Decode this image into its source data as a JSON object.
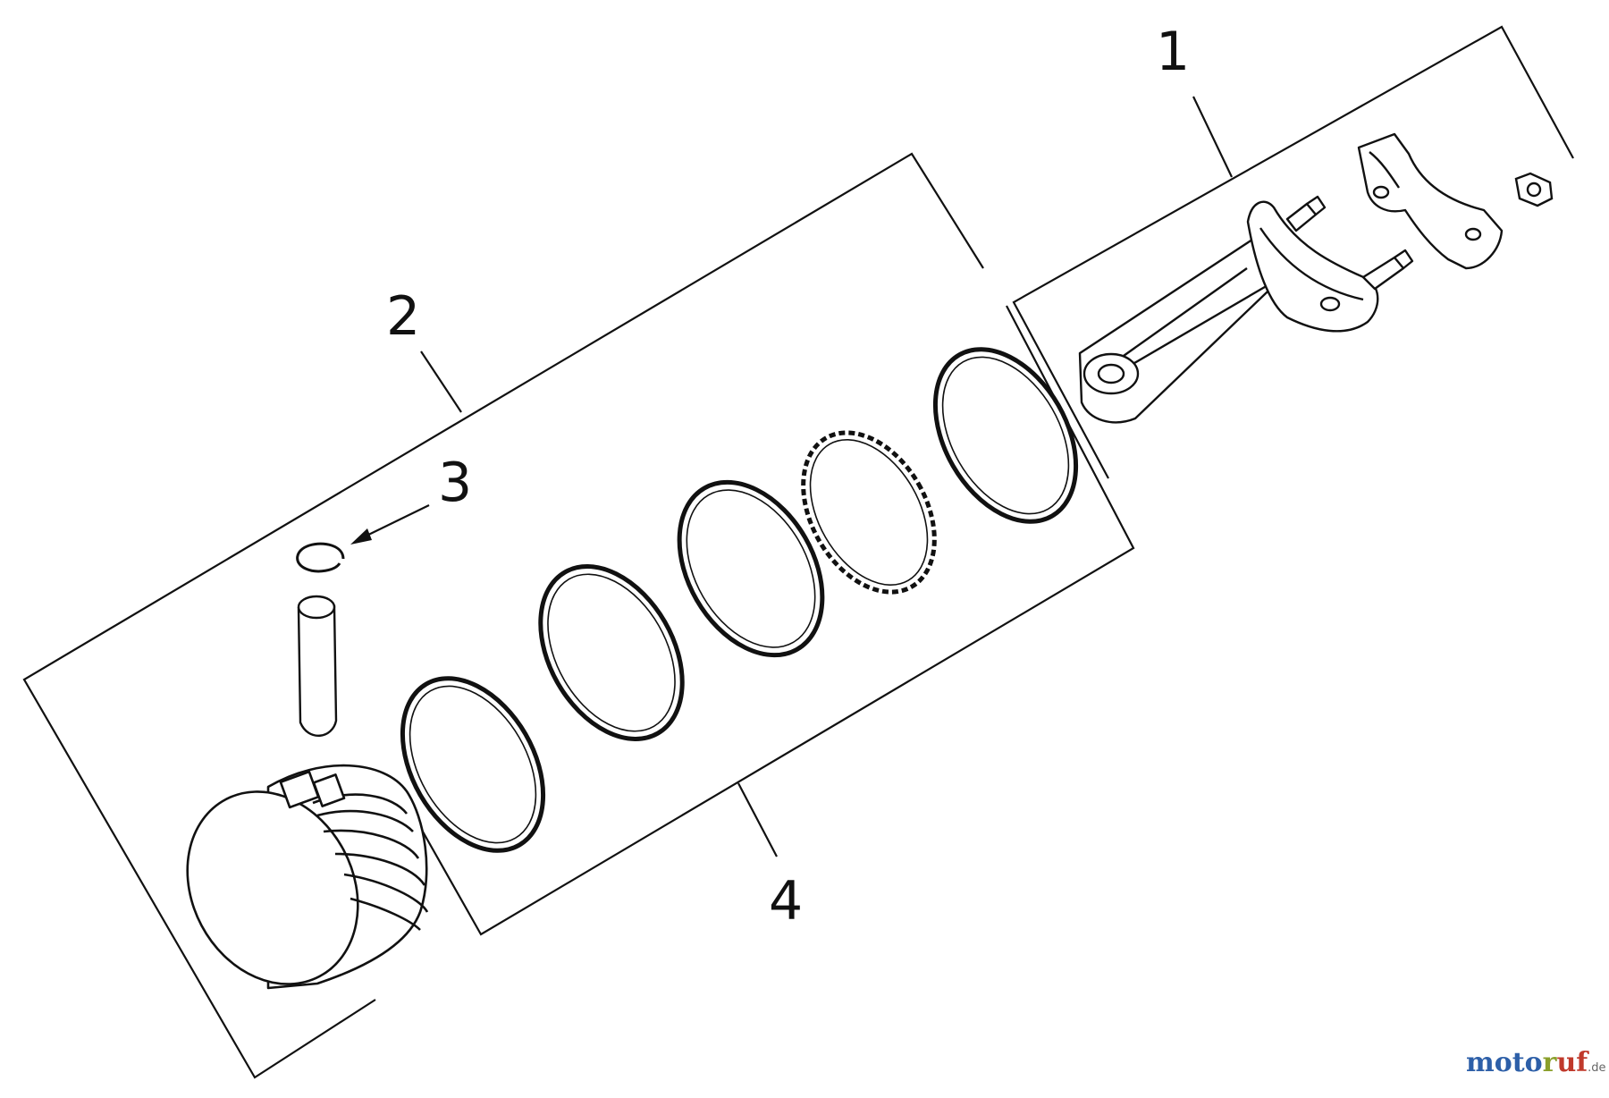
{
  "diagram": {
    "callouts": [
      {
        "id": "1",
        "label": "1"
      },
      {
        "id": "2",
        "label": "2"
      },
      {
        "id": "3",
        "label": "3"
      },
      {
        "id": "4",
        "label": "4"
      }
    ]
  },
  "watermark": {
    "part_a": "moto",
    "part_b": "r",
    "part_c": "uf",
    "suffix": ".de"
  }
}
